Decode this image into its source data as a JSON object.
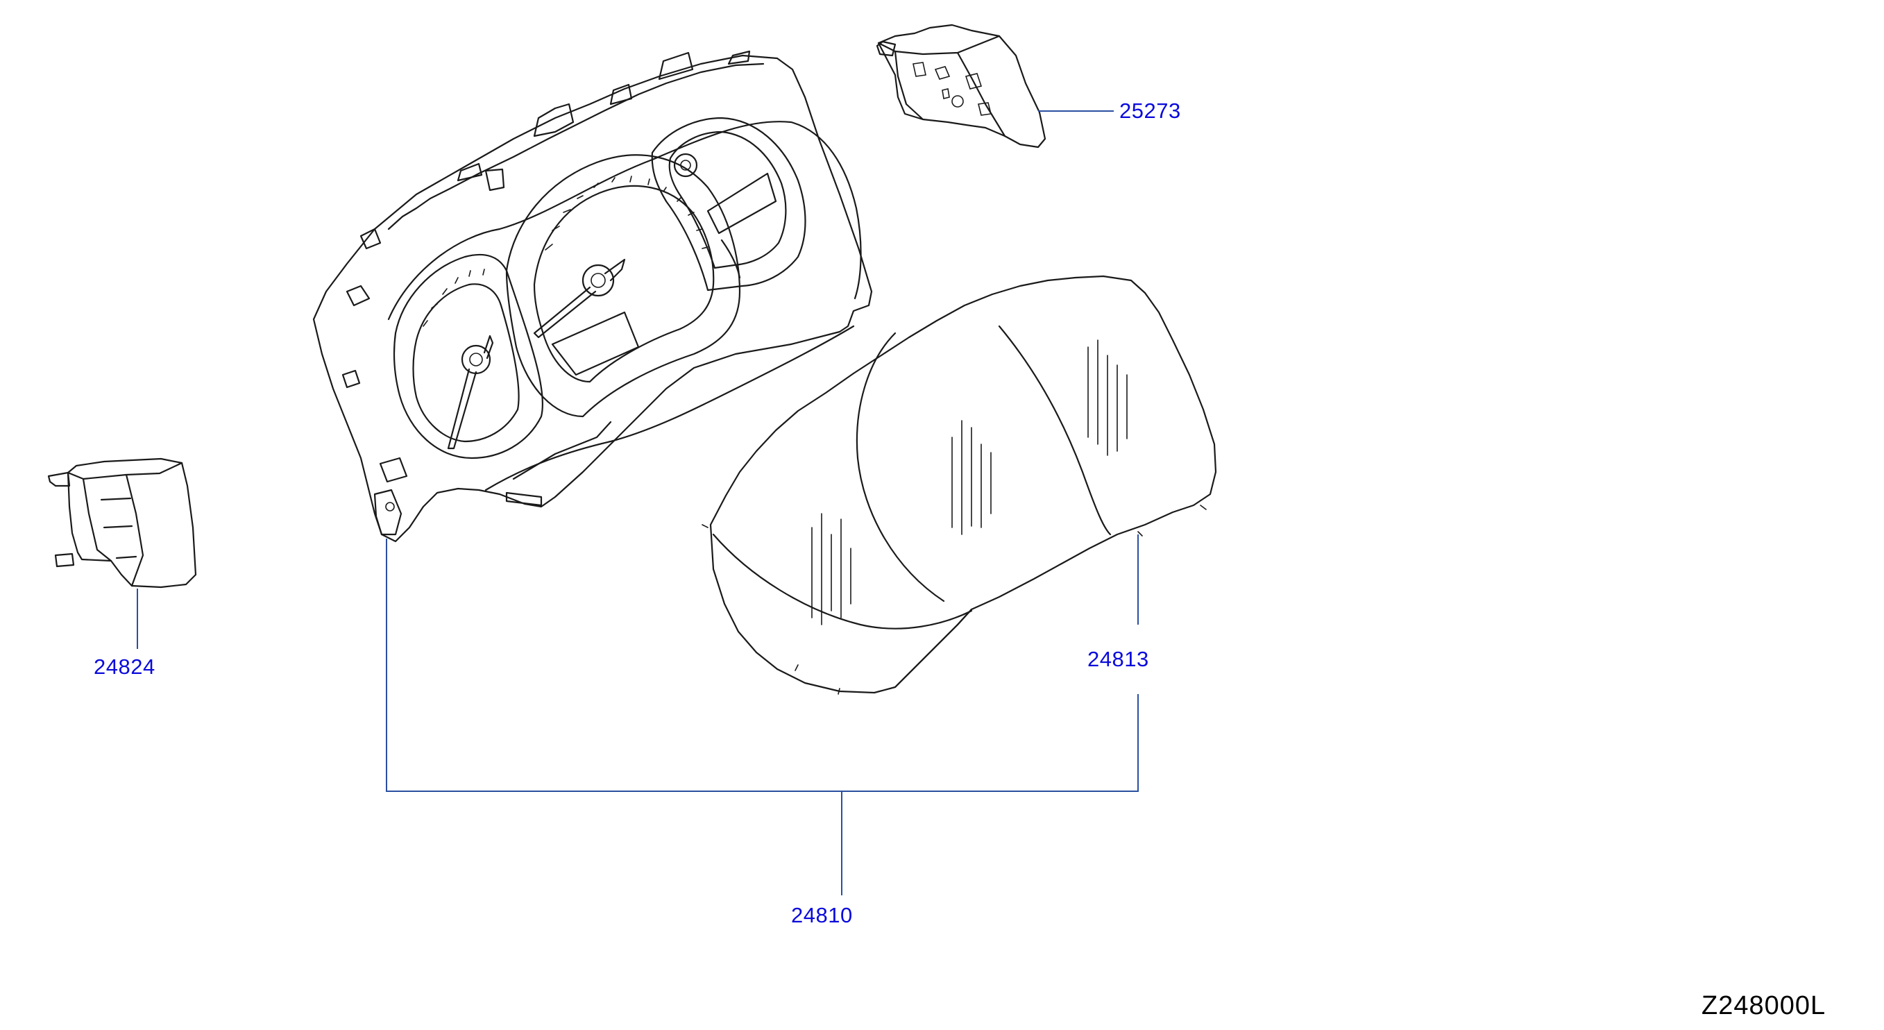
{
  "diagram": {
    "drawing_code": "Z248000L",
    "callouts": [
      {
        "id": "meter-assembly",
        "part_number": "24810"
      },
      {
        "id": "front-cover",
        "part_number": "24813"
      },
      {
        "id": "left-switch",
        "part_number": "24824"
      },
      {
        "id": "right-switch",
        "part_number": "25273"
      }
    ],
    "colors": {
      "callout_text": "#0a0adc",
      "leader_line": "#2a4fa0",
      "drawing_line": "#1a1a1a"
    }
  }
}
